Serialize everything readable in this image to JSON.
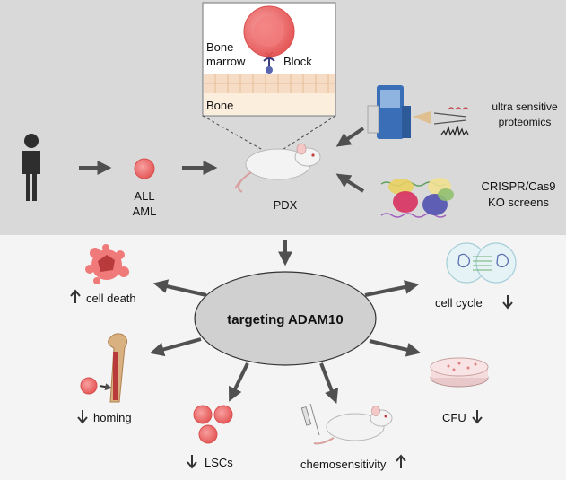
{
  "top_panel": {
    "inset": {
      "bone_marrow_line1": "Bone",
      "bone_marrow_line2": "marrow",
      "block": "Block",
      "bone": "Bone"
    },
    "cell_label_line1": "ALL",
    "cell_label_line2": "AML",
    "pdx_label": "PDX",
    "proteomics_line1": "ultra sensitive",
    "proteomics_line2": "proteomics",
    "crispr_line1": "CRISPR/Cas9",
    "crispr_line2": "KO screens"
  },
  "bottom_panel": {
    "center_label": "targeting ADAM10",
    "outcomes": {
      "cell_death": "cell death",
      "cell_cycle": "cell cycle",
      "homing": "homing",
      "cfu": "CFU",
      "lscs": "LSCs",
      "chemosensitivity": "chemosensitivity"
    }
  },
  "colors": {
    "top_bg": "#d9d9d9",
    "bottom_bg": "#f4f4f4",
    "arrow": "#505050",
    "cell": "#f07a7a",
    "ellipse": "#d0d0d0"
  }
}
